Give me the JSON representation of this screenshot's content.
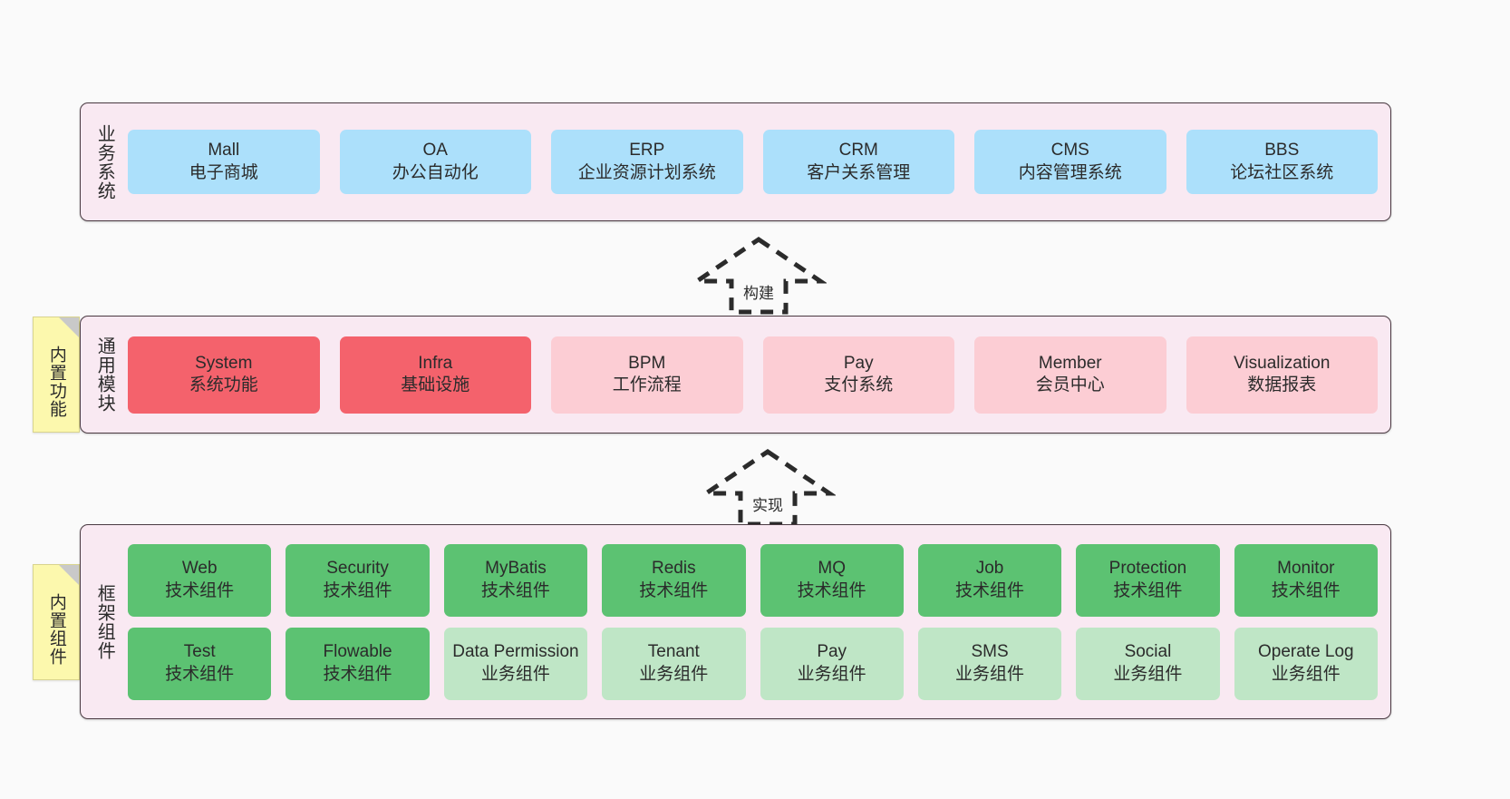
{
  "diagram": {
    "background_color": "#fafafa",
    "panel_color": "#f9e9f2",
    "panel_border_color": "#4a3a42",
    "note_color": "#fcf8ad"
  },
  "layers": [
    {
      "id": "business-systems",
      "title": "业务系统",
      "rows": [
        {
          "cards": [
            {
              "name": "Mall",
              "desc": "电子商城",
              "color": "#ace0fb",
              "style": "c-blue"
            },
            {
              "name": "OA",
              "desc": "办公自动化",
              "color": "#ace0fb",
              "style": "c-blue"
            },
            {
              "name": "ERP",
              "desc": "企业资源计划系统",
              "color": "#ace0fb",
              "style": "c-blue"
            },
            {
              "name": "CRM",
              "desc": "客户关系管理",
              "color": "#ace0fb",
              "style": "c-blue"
            },
            {
              "name": "CMS",
              "desc": "内容管理系统",
              "color": "#ace0fb",
              "style": "c-blue"
            },
            {
              "name": "BBS",
              "desc": "论坛社区系统",
              "color": "#ace0fb",
              "style": "c-blue"
            }
          ]
        }
      ]
    },
    {
      "id": "common-modules",
      "title": "通用模块",
      "note": "内置功能",
      "rows": [
        {
          "cards": [
            {
              "name": "System",
              "desc": "系统功能",
              "color": "#f4626c",
              "style": "c-red"
            },
            {
              "name": "Infra",
              "desc": "基础设施",
              "color": "#f4626c",
              "style": "c-red"
            },
            {
              "name": "BPM",
              "desc": "工作流程",
              "color": "#fccdd4",
              "style": "c-pink"
            },
            {
              "name": "Pay",
              "desc": "支付系统",
              "color": "#fccdd4",
              "style": "c-pink"
            },
            {
              "name": "Member",
              "desc": "会员中心",
              "color": "#fccdd4",
              "style": "c-pink"
            },
            {
              "name": "Visualization",
              "desc": "数据报表",
              "color": "#fccdd4",
              "style": "c-pink"
            }
          ]
        }
      ]
    },
    {
      "id": "framework-components",
      "title": "框架组件",
      "note": "内置组件",
      "rows": [
        {
          "cards": [
            {
              "name": "Web",
              "desc": "技术组件",
              "color": "#5cc272",
              "style": "c-green"
            },
            {
              "name": "Security",
              "desc": "技术组件",
              "color": "#5cc272",
              "style": "c-green"
            },
            {
              "name": "MyBatis",
              "desc": "技术组件",
              "color": "#5cc272",
              "style": "c-green"
            },
            {
              "name": "Redis",
              "desc": "技术组件",
              "color": "#5cc272",
              "style": "c-green"
            },
            {
              "name": "MQ",
              "desc": "技术组件",
              "color": "#5cc272",
              "style": "c-green"
            },
            {
              "name": "Job",
              "desc": "技术组件",
              "color": "#5cc272",
              "style": "c-green"
            },
            {
              "name": "Protection",
              "desc": "技术组件",
              "color": "#5cc272",
              "style": "c-green"
            },
            {
              "name": "Monitor",
              "desc": "技术组件",
              "color": "#5cc272",
              "style": "c-green"
            }
          ]
        },
        {
          "cards": [
            {
              "name": "Test",
              "desc": "技术组件",
              "color": "#5cc272",
              "style": "c-green"
            },
            {
              "name": "Flowable",
              "desc": "技术组件",
              "color": "#5cc272",
              "style": "c-green"
            },
            {
              "name": "Data Permission",
              "desc": "业务组件",
              "color": "#bfe6c6",
              "style": "c-lightgreen"
            },
            {
              "name": "Tenant",
              "desc": "业务组件",
              "color": "#bfe6c6",
              "style": "c-lightgreen"
            },
            {
              "name": "Pay",
              "desc": "业务组件",
              "color": "#bfe6c6",
              "style": "c-lightgreen"
            },
            {
              "name": "SMS",
              "desc": "业务组件",
              "color": "#bfe6c6",
              "style": "c-lightgreen"
            },
            {
              "name": "Social",
              "desc": "业务组件",
              "color": "#bfe6c6",
              "style": "c-lightgreen"
            },
            {
              "name": "Operate Log",
              "desc": "业务组件",
              "color": "#bfe6c6",
              "style": "c-lightgreen"
            }
          ]
        }
      ]
    }
  ],
  "arrows": [
    {
      "id": "build",
      "label": "构建",
      "direction": "up",
      "style": "dashed-hollow"
    },
    {
      "id": "realize",
      "label": "实现",
      "direction": "up",
      "style": "dashed-hollow"
    }
  ]
}
